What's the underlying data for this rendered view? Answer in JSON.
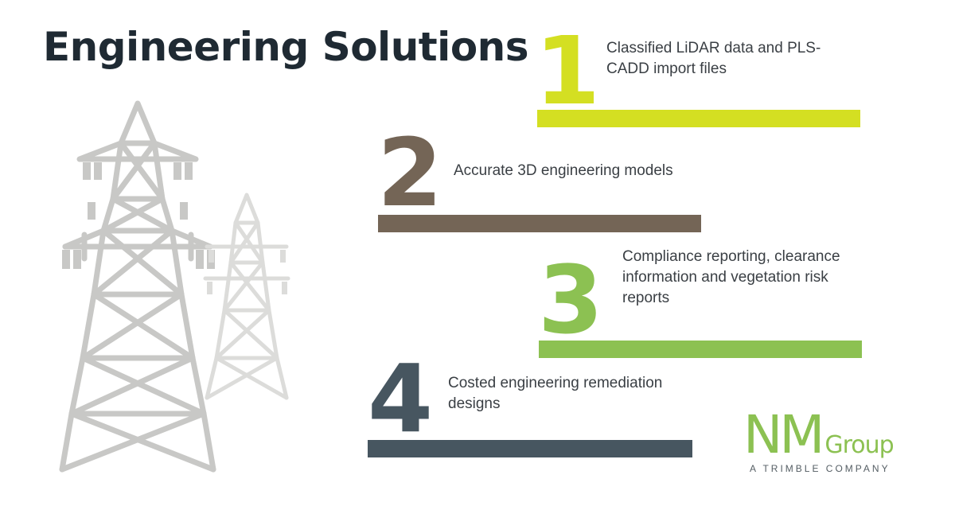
{
  "title": "Engineering Solutions",
  "colors": {
    "step1": "#d4df22",
    "step2": "#746556",
    "step3": "#8cc152",
    "step4": "#475660",
    "tower": "#c8c8c6"
  },
  "steps": [
    {
      "number": "1",
      "text": "Classified LiDAR data and PLS-CADD import files"
    },
    {
      "number": "2",
      "text": "Accurate 3D engineering models"
    },
    {
      "number": "3",
      "text": "Compliance reporting, clearance information and vegetation risk reports"
    },
    {
      "number": "4",
      "text": "Costed engineering remediation designs"
    }
  ],
  "logo": {
    "brand": "NM",
    "brand_suffix": "Group",
    "tagline": "A TRIMBLE COMPANY"
  }
}
